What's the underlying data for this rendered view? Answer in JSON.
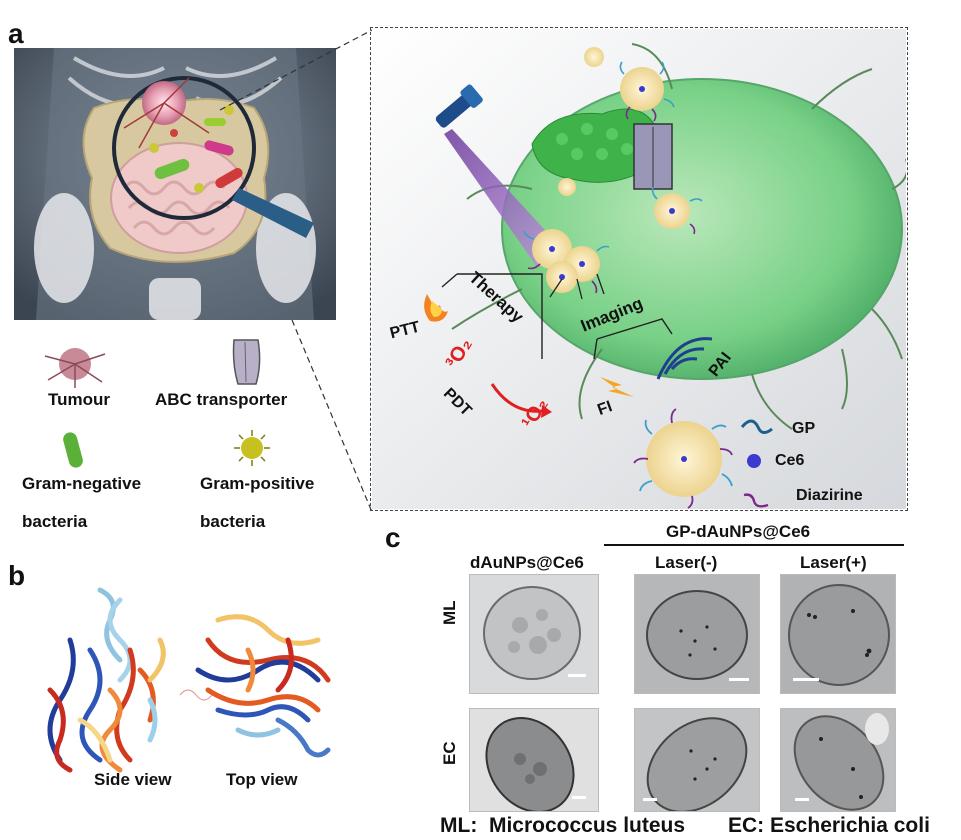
{
  "panel_a": {
    "letter": "a",
    "legend": {
      "tumour": "Tumour",
      "abc": "ABC transporter",
      "gram_neg_line1": "Gram-negative",
      "gram_neg_line2": "bacteria",
      "gram_pos_line1": "Gram-positive",
      "gram_pos_line2": "bacteria"
    },
    "scheme": {
      "therapy": "Therapy",
      "imaging": "Imaging",
      "ptt": "PTT",
      "pdt": "PDT",
      "fi": "FI",
      "pai": "PAI",
      "o2_triplet": "³O₂",
      "o2_singlet": "¹O₂",
      "legend_gp": "GP",
      "legend_ce6": "Ce6",
      "legend_diazirine": "Diazirine"
    }
  },
  "panel_b": {
    "letter": "b",
    "side_view": "Side view",
    "top_view": "Top view"
  },
  "panel_c": {
    "letter": "c",
    "group_header": "GP-dAuNPs@Ce6",
    "col1": "dAuNPs@Ce6",
    "col2": "Laser(-)",
    "col3": "Laser(+)",
    "row1": "ML",
    "row2": "EC",
    "footer_ml": "ML:  Micrococcus luteus",
    "footer_ec": "EC: Escherichia coli"
  },
  "colors": {
    "bacterium_green": "#7fcf8a",
    "nanoparticle": "#f2dc9a",
    "laser_purple": "#9b59b6",
    "pdt_red": "#e02020",
    "pai_blue": "#1f3f8f"
  }
}
